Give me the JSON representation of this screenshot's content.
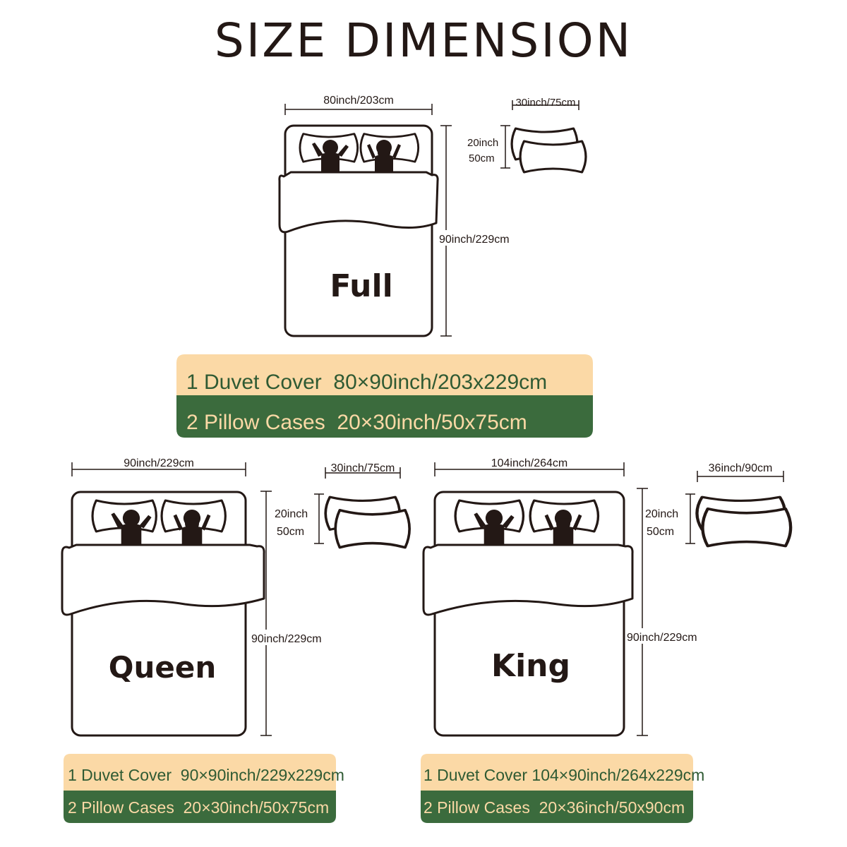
{
  "title": "SIZE DIMENSION",
  "colors": {
    "ink": "#231815",
    "cream": "#fbd9a6",
    "green": "#3b6b3d",
    "text_dark_green": "#2f5a33",
    "text_cream": "#fbd9a6"
  },
  "icons": [
    "bed-icon",
    "pillow-icon",
    "sleeper-man-icon",
    "sleeper-woman-icon"
  ],
  "beds": [
    {
      "name": "Full",
      "width_label": "80inch/203cm",
      "length_label": "90inch/229cm",
      "pillow_width_label": "30inch/75cm",
      "pillow_height_inch": "20inch",
      "pillow_height_cm": "50cm",
      "spec_duvet": "1 Duvet Cover  80×90inch/203x229cm",
      "spec_pillow": "2 Pillow Cases  20×30inch/50x75cm"
    },
    {
      "name": "Queen",
      "width_label": "90inch/229cm",
      "length_label": "90inch/229cm",
      "pillow_width_label": "30inch/75cm",
      "pillow_height_inch": "20inch",
      "pillow_height_cm": "50cm",
      "spec_duvet": "1 Duvet Cover  90×90inch/229x229cm",
      "spec_pillow": "2 Pillow Cases  20×30inch/50x75cm"
    },
    {
      "name": "King",
      "width_label": "104inch/264cm",
      "length_label": "90inch/229cm",
      "pillow_width_label": "36inch/90cm",
      "pillow_height_inch": "20inch",
      "pillow_height_cm": "50cm",
      "spec_duvet": "1 Duvet Cover 104×90inch/264x229cm",
      "spec_pillow": "2 Pillow Cases  20×36inch/50x90cm"
    }
  ]
}
